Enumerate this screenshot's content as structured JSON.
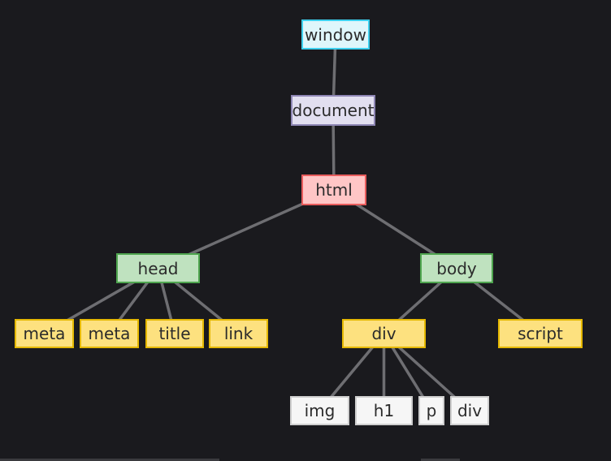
{
  "diagram": {
    "title": "",
    "nodes": [
      {
        "id": "window",
        "label": "window",
        "kind": "window"
      },
      {
        "id": "document",
        "label": "document",
        "kind": "document"
      },
      {
        "id": "html",
        "label": "html",
        "kind": "html"
      },
      {
        "id": "head",
        "label": "head",
        "kind": "section"
      },
      {
        "id": "body",
        "label": "body",
        "kind": "section"
      },
      {
        "id": "meta1",
        "label": "meta",
        "kind": "element"
      },
      {
        "id": "meta2",
        "label": "meta",
        "kind": "element"
      },
      {
        "id": "title",
        "label": "title",
        "kind": "element"
      },
      {
        "id": "link",
        "label": "link",
        "kind": "element"
      },
      {
        "id": "div",
        "label": "div",
        "kind": "element"
      },
      {
        "id": "script",
        "label": "script",
        "kind": "element"
      },
      {
        "id": "img",
        "label": "img",
        "kind": "leaf"
      },
      {
        "id": "h1",
        "label": "h1",
        "kind": "leaf"
      },
      {
        "id": "p",
        "label": "p",
        "kind": "leaf"
      },
      {
        "id": "div2",
        "label": "div",
        "kind": "leaf"
      }
    ],
    "edges": [
      [
        "window",
        "document"
      ],
      [
        "document",
        "html"
      ],
      [
        "html",
        "head"
      ],
      [
        "html",
        "body"
      ],
      [
        "head",
        "meta1"
      ],
      [
        "head",
        "meta2"
      ],
      [
        "head",
        "title"
      ],
      [
        "head",
        "link"
      ],
      [
        "body",
        "div"
      ],
      [
        "body",
        "script"
      ],
      [
        "div",
        "img"
      ],
      [
        "div",
        "h1"
      ],
      [
        "div",
        "p"
      ],
      [
        "div",
        "div2"
      ]
    ],
    "colors": {
      "background": "#1a1a1e",
      "edge": "#6e6e72",
      "window": {
        "fill": "#dff6fb",
        "border": "#3fd0ee"
      },
      "document": {
        "fill": "#e2dff0",
        "border": "#8e86b4"
      },
      "html": {
        "fill": "#ffc6c6",
        "border": "#e85c5c"
      },
      "section": {
        "fill": "#bfe2bf",
        "border": "#4fa64f"
      },
      "element": {
        "fill": "#fde17f",
        "border": "#e5b800"
      },
      "leaf": {
        "fill": "#f6f6f6",
        "border": "#cfcfcf"
      }
    }
  }
}
